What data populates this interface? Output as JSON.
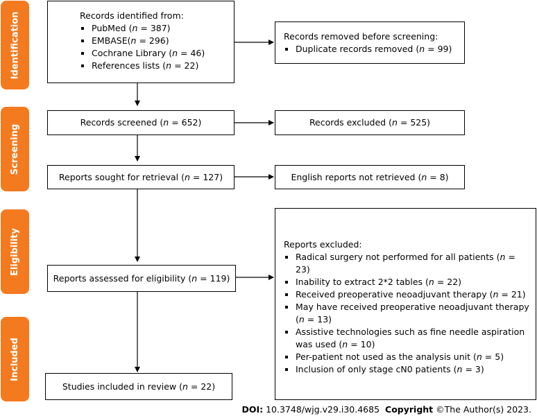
{
  "stages": {
    "identification": "Identification",
    "screening": "Screening",
    "eligibility": "Eligibility",
    "included": "Included"
  },
  "identified": {
    "title": "Records identified from:",
    "items": [
      {
        "name": "PubMed",
        "count": "387"
      },
      {
        "name": "EMBASE",
        "count": "296"
      },
      {
        "name": "Cochrane Library",
        "count": "46"
      },
      {
        "name": "References lists",
        "count": "22"
      }
    ]
  },
  "removed": {
    "title": "Records removed before screening:",
    "item_label": "Duplicate records removed",
    "item_count": "99"
  },
  "screened": {
    "label": "Records screened",
    "count": "652"
  },
  "excluded": {
    "label": "Records excluded",
    "count": "525"
  },
  "sought": {
    "label": "Reports sought for retrieval",
    "count": "127"
  },
  "not_retrieved": {
    "label": "English reports not retrieved",
    "count": "8"
  },
  "assessed": {
    "label": "Reports assessed for eligibility",
    "count": "119"
  },
  "reports_excluded": {
    "title": "Reports excluded:",
    "items": [
      {
        "line1": "Radical surgery not performed for all patients",
        "line2": "",
        "count": "23"
      },
      {
        "line1": "Inability to extract 2*2 tables",
        "line2": "",
        "count": "22"
      },
      {
        "line1": "Received preoperative neoadjuvant therapy",
        "line2": "",
        "count": "21"
      },
      {
        "line1": "May have received preoperative neoadjuvant therapy",
        "line2": "",
        "count": "13"
      },
      {
        "line1": "Assistive technologies such as fine needle aspiration",
        "line2": "was used",
        "count": "10"
      },
      {
        "line1": "Per-patient not used as the analysis unit",
        "line2": "",
        "count": "5"
      },
      {
        "line1": "Inclusion of only stage cN0 patients",
        "line2": "",
        "count": "3"
      }
    ]
  },
  "included": {
    "label": "Studies included in review",
    "count": "22"
  },
  "footer": {
    "doi_label": "DOI:",
    "doi": "10.3748/wjg.v29.i30.4685",
    "copyright_label": "Copyright",
    "copyright": "©The Author(s) 2023."
  },
  "symbols": {
    "n": "n",
    "eq": " = "
  },
  "colors": {
    "stage": "#f47a20",
    "line": "#000000"
  }
}
